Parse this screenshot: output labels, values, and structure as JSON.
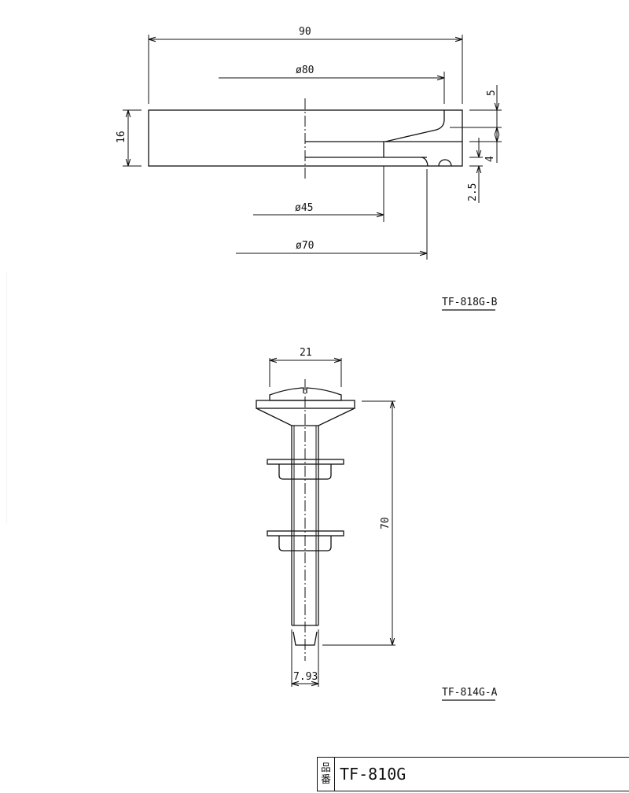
{
  "drawing": {
    "part_a": {
      "label": "TF-818G-B",
      "dimensions": {
        "overall_width": "90",
        "diameter_outer": "ø80",
        "thickness": "16",
        "step_top": "5",
        "step_mid": "4",
        "step_bottom": "2.5",
        "diameter_inner": "ø45",
        "diameter_mid": "ø70"
      }
    },
    "part_b": {
      "label": "TF-814G-A",
      "dimensions": {
        "head_width": "21",
        "length": "70",
        "shaft_diameter": "7.93"
      }
    },
    "title_block": {
      "key_char_1": "品",
      "key_char_2": "番",
      "part_number": "TF-810G"
    }
  },
  "colors": {
    "line": "#111111",
    "background": "#ffffff"
  }
}
